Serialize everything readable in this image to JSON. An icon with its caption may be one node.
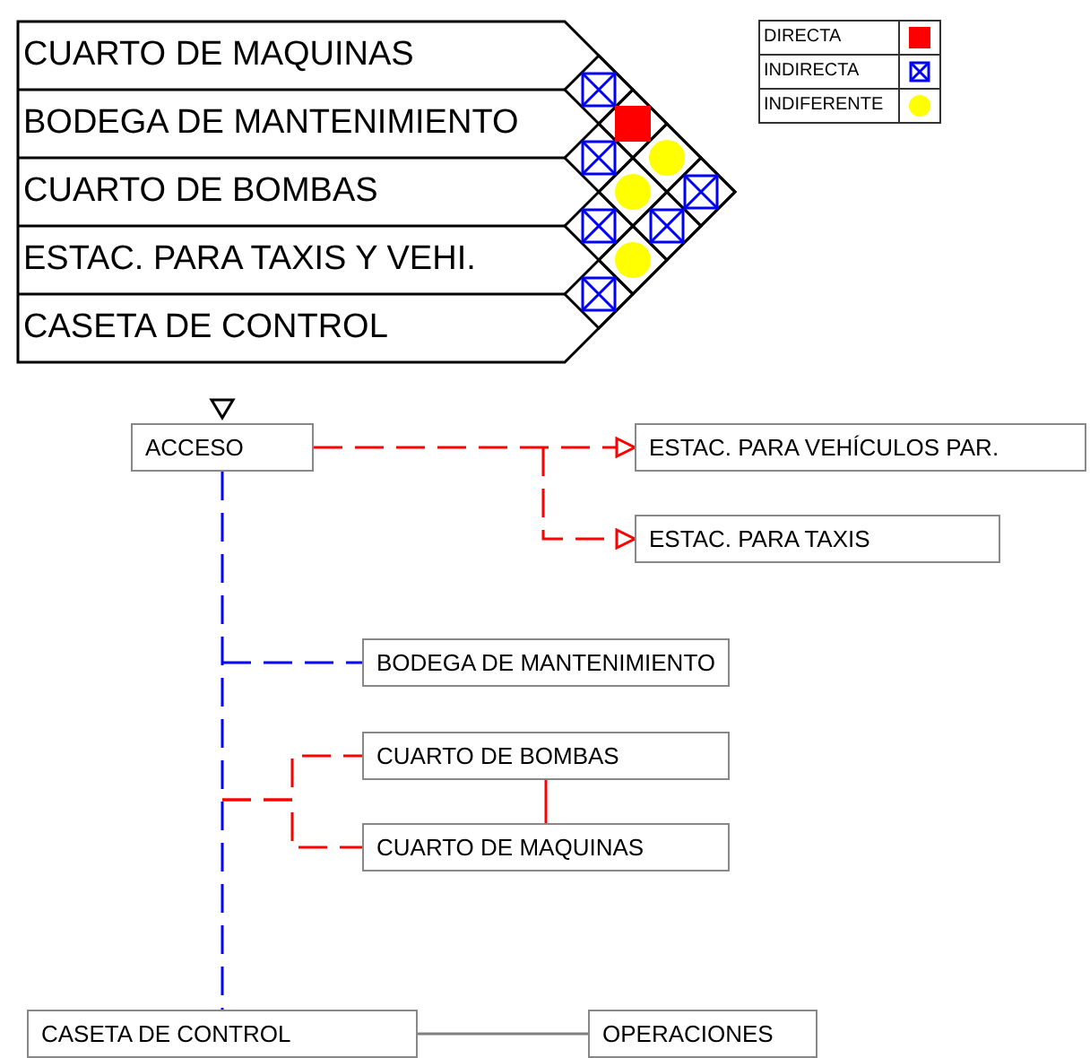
{
  "diagram": {
    "nodes": [
      {
        "text": [
          "CUARTO DE MAQUINAS"
        ]
      },
      {
        "text": [
          "BODEGA DE MANTENIMIENTO"
        ]
      },
      {
        "text": [
          "CUARTO DE BOMBAS"
        ]
      },
      {
        "text": [
          "ESTAC. PARA TAXIS Y VEHI."
        ]
      },
      {
        "text": [
          "CASETA DE CONTROL"
        ]
      },
      {
        "text": [
          "ACCESO"
        ]
      },
      {
        "text": [
          "ESTAC. PARA VEHÍCULOS PAR."
        ]
      },
      {
        "text": [
          "ESTAC. PARA TAXIS"
        ]
      },
      {
        "text": [
          "BODEGA DE MANTENIMIENTO"
        ]
      },
      {
        "text": [
          "CUARTO DE BOMBAS"
        ]
      },
      {
        "text": [
          "CUARTO DE MAQUINAS"
        ]
      },
      {
        "text": [
          "CASETA DE CONTROL"
        ]
      },
      {
        "text": [
          "OPERACIONES"
        ]
      }
    ],
    "edges": [
      {
        "from": 5,
        "to": 6,
        "arrow": "to",
        "style": "dashed",
        "color": "#ff0000"
      },
      {
        "from": 5,
        "to": 7,
        "arrow": "to",
        "style": "dashed",
        "color": "#ff0000"
      },
      {
        "from": 5,
        "to": 8,
        "arrow": "none",
        "style": "dashed",
        "color": "#0000ff"
      },
      {
        "from": 5,
        "to": 9,
        "arrow": "none",
        "style": "dashed",
        "color": "#ff0000"
      },
      {
        "from": 5,
        "to": 10,
        "arrow": "none",
        "style": "dashed",
        "color": "#ff0000"
      },
      {
        "from": 9,
        "to": 10,
        "arrow": "none",
        "color": "#ff0000"
      },
      {
        "from": 5,
        "to": 11,
        "arrow": "none",
        "style": "dashed",
        "color": "#0000ff"
      },
      {
        "from": 11,
        "to": 12,
        "arrow": "none",
        "color": "#808080"
      }
    ],
    "legend": [
      {
        "text": "DIRECTA",
        "color": "#ff0000"
      },
      {
        "text": "INDIRECTA",
        "color": "#0000ff"
      },
      {
        "text": "INDIFERENTE",
        "color": "#ffff00"
      }
    ]
  }
}
